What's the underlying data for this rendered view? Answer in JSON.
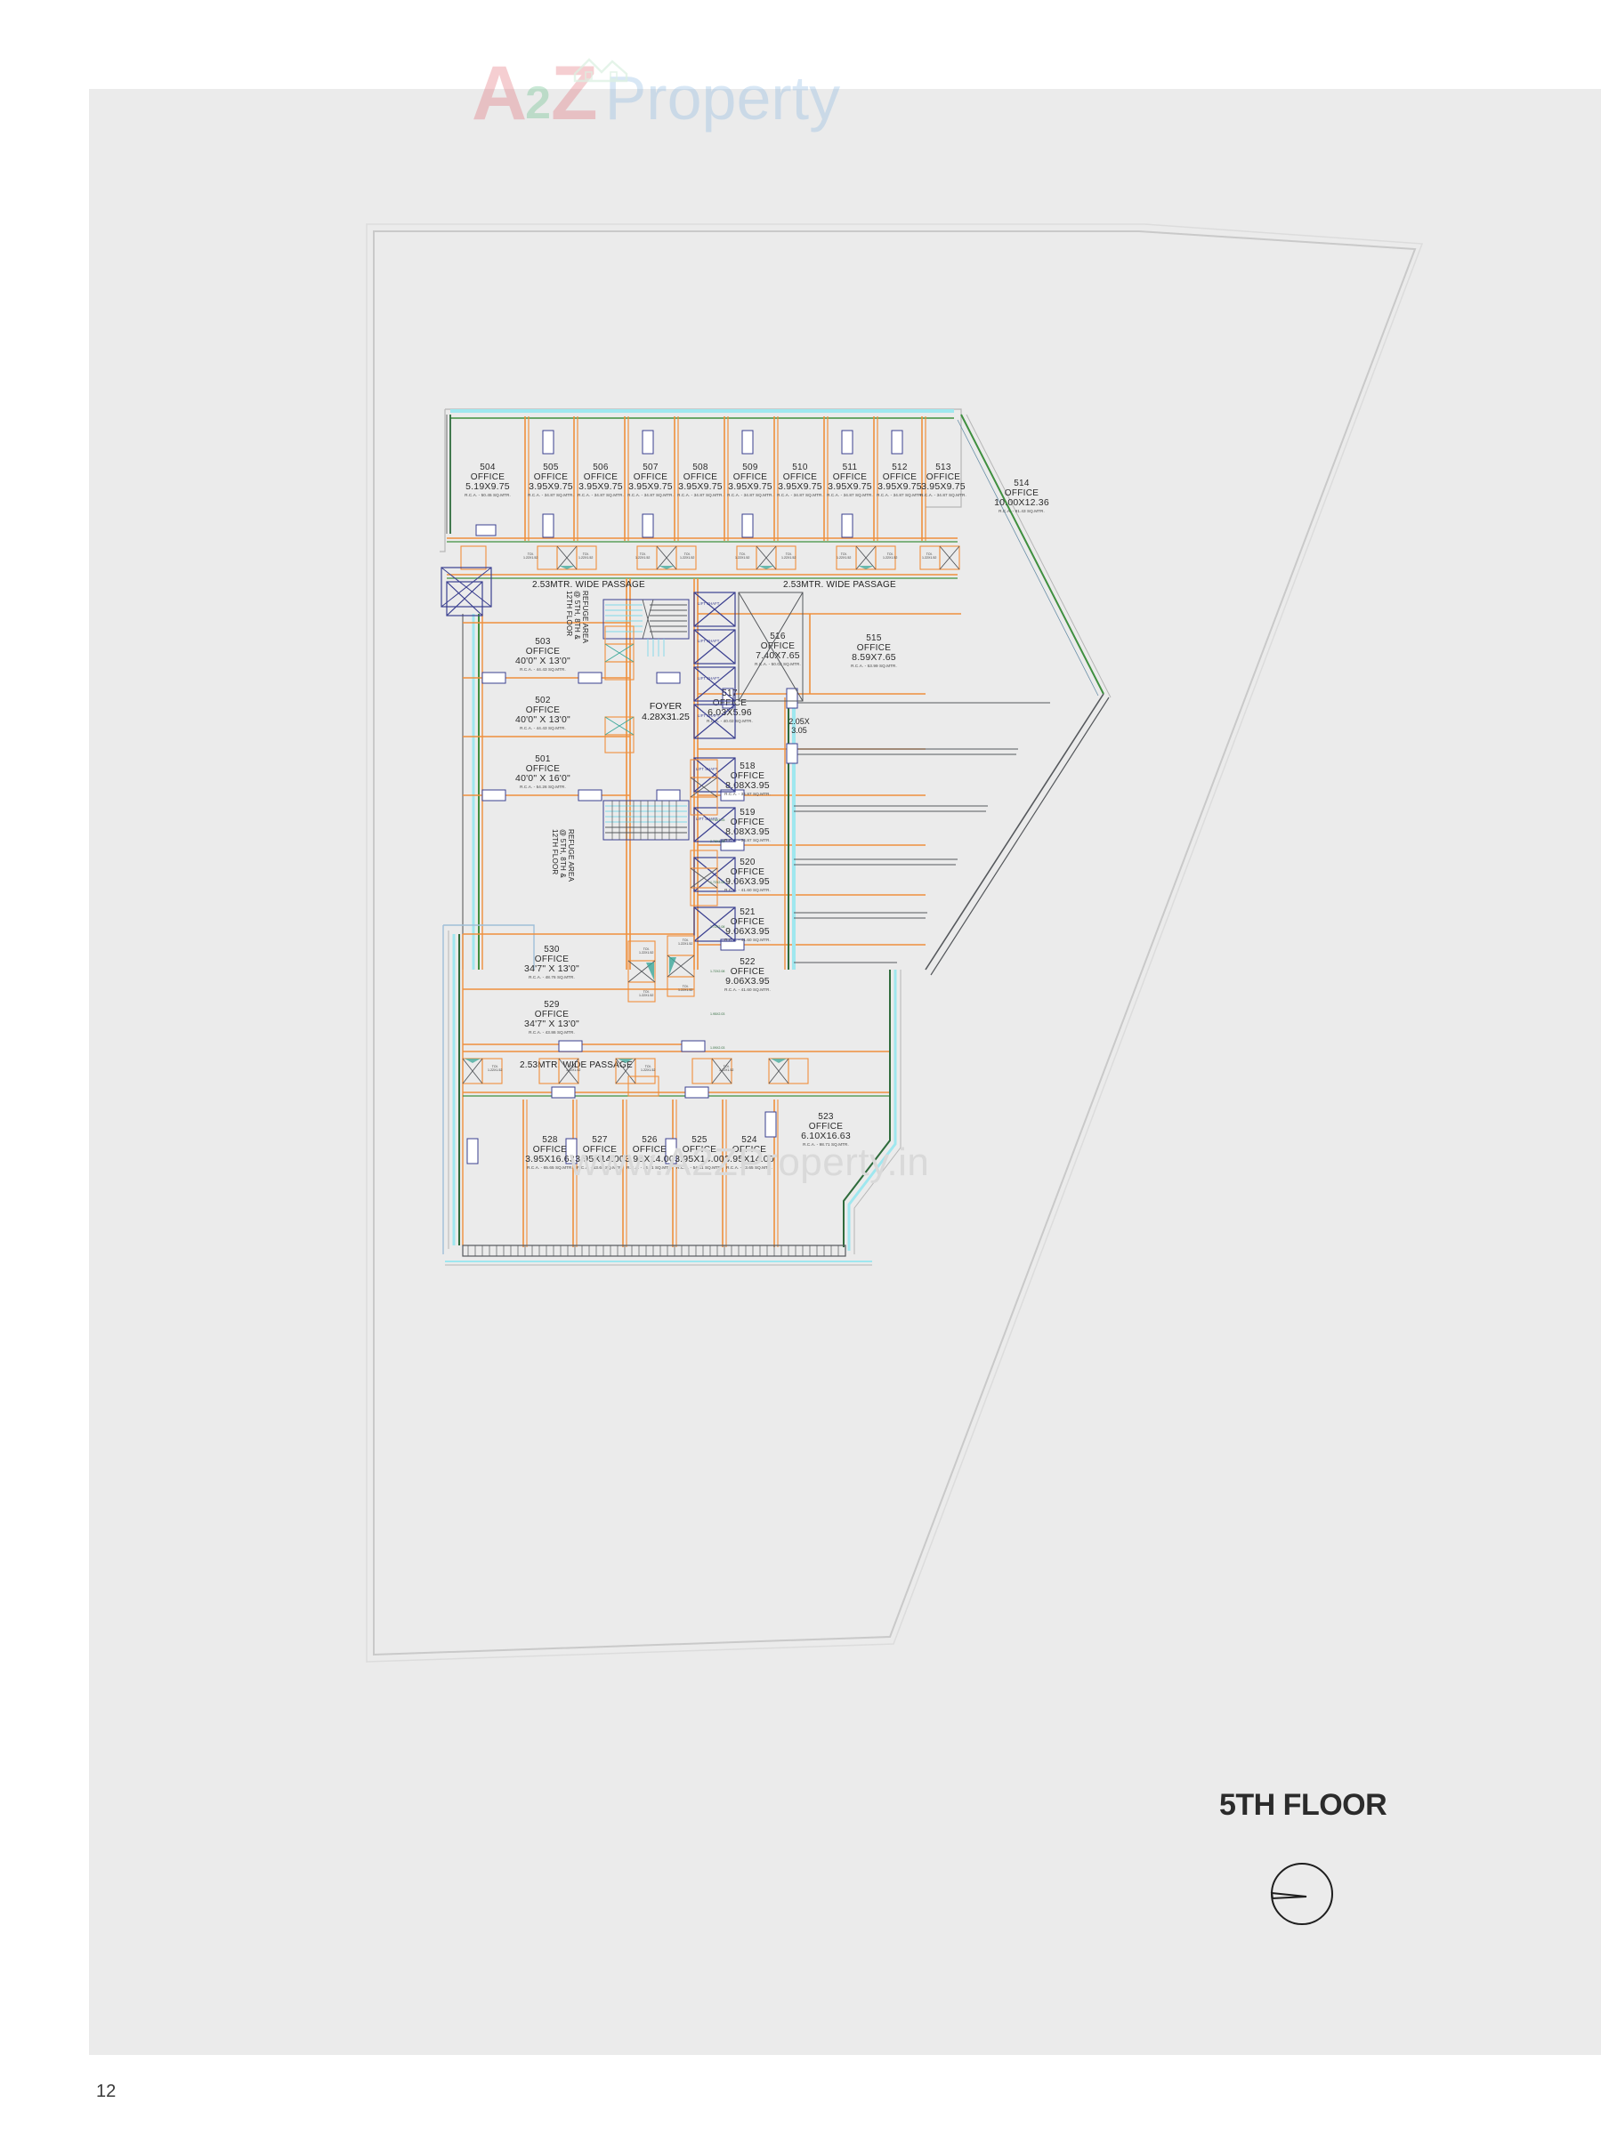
{
  "page": {
    "number": "12",
    "background": "#ebebeb",
    "paper": "#ffffff"
  },
  "brand": {
    "a": "A",
    "two": "2",
    "z": "Z",
    "property": "Property",
    "colors": {
      "red": "#e0606a",
      "green": "#53b97a",
      "blue": "#7fb3e0",
      "yellow": "#e8d96a"
    }
  },
  "watermark": {
    "center": "www.A2ZProperty.in"
  },
  "footer": {
    "floor_title": "5TH FLOOR",
    "compass": "north-arrow"
  },
  "plan": {
    "passages": [
      {
        "label": "2.53MTR. WIDE PASSAGE"
      },
      {
        "label": "2.53MTR. WIDE PASSAGE"
      },
      {
        "label": "2.53MTR. WIDE PASSAGE"
      }
    ],
    "refuge": {
      "line1": "REFUGE AREA",
      "line2": "@ 5TH, 8TH &",
      "line3": "12TH FLOOR"
    },
    "foyer": {
      "name": "FOYER",
      "dims": "4.28X31.25"
    },
    "small_room": {
      "line1": "2.05X",
      "line2": "3.05"
    },
    "lift_shaft_label": "LIFT SHAFT",
    "toilet_label": "TOI.",
    "toilet_dim": "1.22X1.52",
    "offices": [
      {
        "id": "504",
        "type": "OFFICE",
        "dims": "5.19X9.75",
        "area": "R.C.A. - 50.45 SQ.MTR."
      },
      {
        "id": "505",
        "type": "OFFICE",
        "dims": "3.95X9.75",
        "area": "R.C.A. - 34.87 SQ.MTR."
      },
      {
        "id": "506",
        "type": "OFFICE",
        "dims": "3.95X9.75",
        "area": "R.C.A. - 34.87 SQ.MTR."
      },
      {
        "id": "507",
        "type": "OFFICE",
        "dims": "3.95X9.75",
        "area": "R.C.A. - 34.87 SQ.MTR."
      },
      {
        "id": "508",
        "type": "OFFICE",
        "dims": "3.95X9.75",
        "area": "R.C.A. - 34.87 SQ.MTR."
      },
      {
        "id": "509",
        "type": "OFFICE",
        "dims": "3.95X9.75",
        "area": "R.C.A. - 34.87 SQ.MTR."
      },
      {
        "id": "510",
        "type": "OFFICE",
        "dims": "3.95X9.75",
        "area": "R.C.A. - 34.87 SQ.MTR."
      },
      {
        "id": "511",
        "type": "OFFICE",
        "dims": "3.95X9.75",
        "area": "R.C.A. - 34.87 SQ.MTR."
      },
      {
        "id": "512",
        "type": "OFFICE",
        "dims": "3.95X9.75",
        "area": "R.C.A. - 34.87 SQ.MTR."
      },
      {
        "id": "513",
        "type": "OFFICE",
        "dims": "3.95X9.75",
        "area": "R.C.A. - 34.87 SQ.MTR."
      },
      {
        "id": "514",
        "type": "OFFICE",
        "dims": "10.00X12.36",
        "area": "R.C.A. - 91.43 SQ.MTR."
      },
      {
        "id": "515",
        "type": "OFFICE",
        "dims": "8.59X7.65",
        "area": "R.C.A. - 53.99 SQ.MTR."
      },
      {
        "id": "516",
        "type": "OFFICE",
        "dims": "7.40X7.65",
        "area": "R.C.A. - 50.02 SQ.MTR."
      },
      {
        "id": "517",
        "type": "OFFICE",
        "dims": "6.03X5.96",
        "area": "R.C.A. - 40.02 SQ.MTR."
      },
      {
        "id": "518",
        "type": "OFFICE",
        "dims": "8.08X3.95",
        "area": "R.C.A. - 34.87 SQ.MTR."
      },
      {
        "id": "519",
        "type": "OFFICE",
        "dims": "8.08X3.95",
        "area": "R.C.A. - 34.87 SQ.MTR."
      },
      {
        "id": "520",
        "type": "OFFICE",
        "dims": "9.06X3.95",
        "area": "R.C.A. - 41.60 SQ.MTR."
      },
      {
        "id": "521",
        "type": "OFFICE",
        "dims": "9.06X3.95",
        "area": "R.C.A. - 41.60 SQ.MTR."
      },
      {
        "id": "522",
        "type": "OFFICE",
        "dims": "9.06X3.95",
        "area": "R.C.A. - 41.60 SQ.MTR."
      },
      {
        "id": "523",
        "type": "OFFICE",
        "dims": "6.10X16.63",
        "area": "R.C.A. - 98.71 SQ.MTR."
      },
      {
        "id": "524",
        "type": "OFFICE",
        "dims": "3.95X14.00",
        "area": "R.C.A. - 53.65 SQ.MTR."
      },
      {
        "id": "525",
        "type": "OFFICE",
        "dims": "3.95X14.00",
        "area": "R.C.A. - 54.61 SQ.MTR."
      },
      {
        "id": "526",
        "type": "OFFICE",
        "dims": "3.95X14.00",
        "area": "R.C.A. - 54.61 SQ.MTR."
      },
      {
        "id": "527",
        "type": "OFFICE",
        "dims": "3.95X14.00",
        "area": "R.C.A. - 53.65 SQ.MTR."
      },
      {
        "id": "528",
        "type": "OFFICE",
        "dims": "3.95X16.63",
        "area": "R.C.A. - 65.65 SQ.MTR."
      },
      {
        "id": "529",
        "type": "OFFICE",
        "dims": "34'7\" X 13'0\"",
        "area": "R.C.A. - 43.86 SQ.MTR."
      },
      {
        "id": "530",
        "type": "OFFICE",
        "dims": "34'7\" X 13'0\"",
        "area": "R.C.A. - 48.76 SQ.MTR."
      },
      {
        "id": "501",
        "type": "OFFICE",
        "dims": "40'0\" X 16'0\"",
        "area": "R.C.A. - 54.26 SQ.MTR."
      },
      {
        "id": "502",
        "type": "OFFICE",
        "dims": "40'0\" X 13'0\"",
        "area": "R.C.A. - 44.43 SQ.MTR."
      },
      {
        "id": "503",
        "type": "OFFICE",
        "dims": "40'0\" X 13'0\"",
        "area": "R.C.A. - 44.43 SQ.MTR."
      }
    ]
  }
}
